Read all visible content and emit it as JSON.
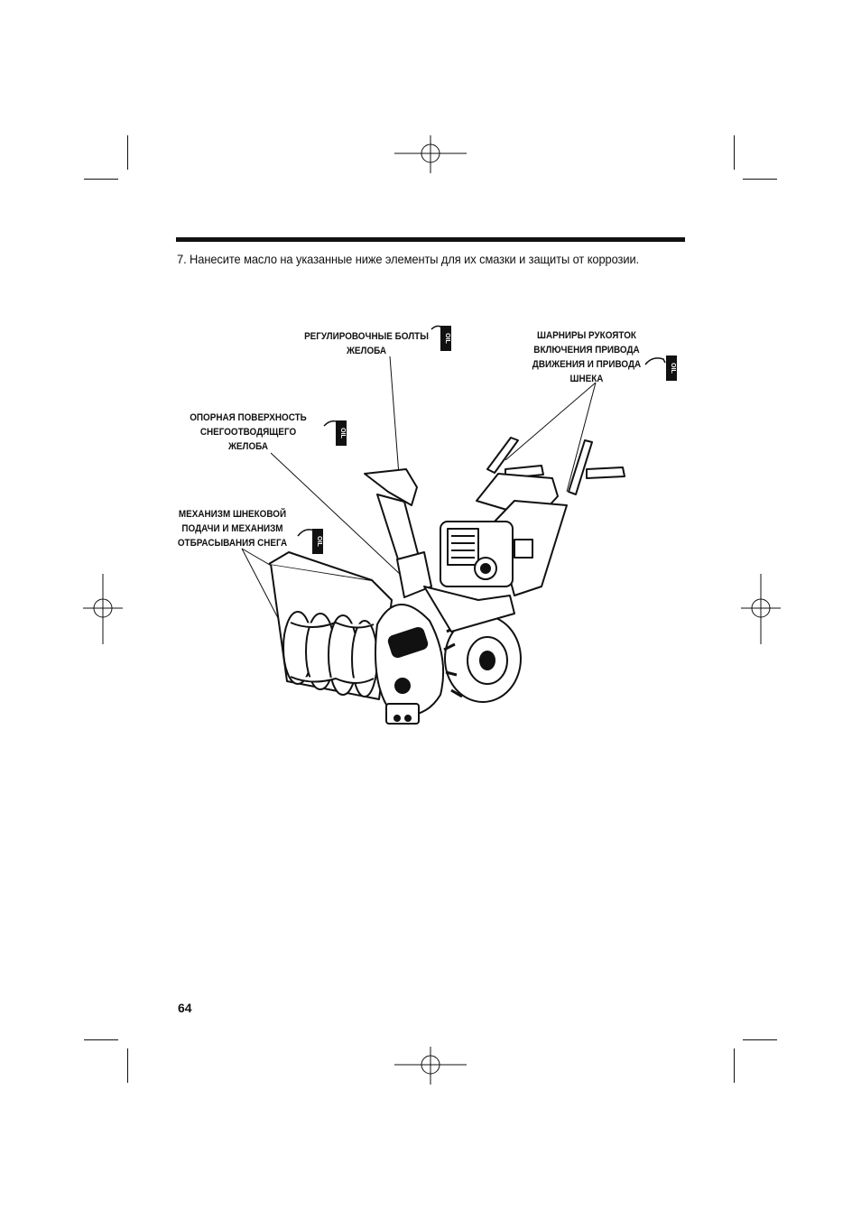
{
  "instruction": {
    "text": "7. Нанесите масло на указанные ниже элементы для их смазки и защиты от коррозии."
  },
  "callouts": {
    "chute_bolts": "РЕГУЛИРОВОЧНЫЕ БОЛТЫ\nЖЕЛОБА",
    "handle_pivots": "ШАРНИРЫ РУКОЯТОК\nВКЛЮЧЕНИЯ ПРИВОДА\nДВИЖЕНИЯ И ПРИВОДА\nШНЕКА",
    "chute_base": "ОПОРНАЯ ПОВЕРХНОСТЬ\nСНЕГООТВОДЯЩЕГО\nЖЕЛОБА",
    "auger_mechanism": "МЕХАНИЗМ ШНЕКОВОЙ\nПОДАЧИ И МЕХАНИЗМ\nОТБРАСЫВАНИЯ СНЕГА"
  },
  "oil_label": "OIL",
  "page_number": "64"
}
